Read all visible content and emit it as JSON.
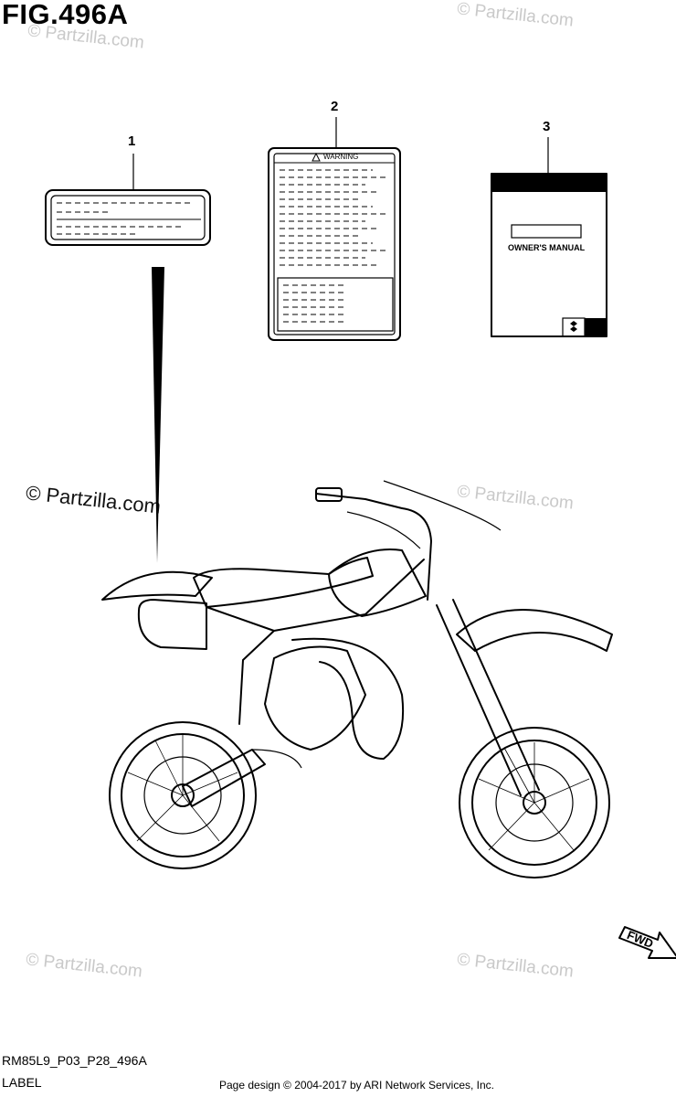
{
  "figure": {
    "title": "FIG.496A"
  },
  "callouts": [
    "1",
    "2",
    "3"
  ],
  "label_2": {
    "warning_text": "WARNING"
  },
  "label_3": {
    "manual_text": "OWNER'S MANUAL"
  },
  "watermark": {
    "text": "© Partzilla.com"
  },
  "fwd_arrow": {
    "text": "FWD"
  },
  "diagram_code": "RM85L9_P03_P28_496A",
  "diagram_name": "LABEL",
  "footer": "Page design © 2004-2017 by ARI Network Services, Inc."
}
